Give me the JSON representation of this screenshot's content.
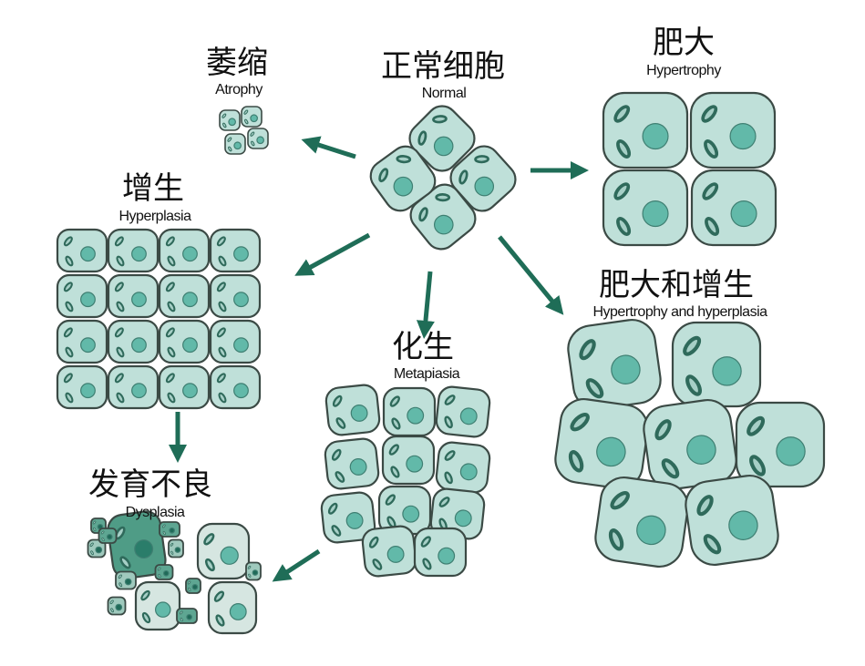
{
  "labels": {
    "atrophy": {
      "zh": "萎缩",
      "en": "Atrophy"
    },
    "normal": {
      "zh": "正常细胞",
      "en": "Normal"
    },
    "hypertrophy": {
      "zh": "肥大",
      "en": "Hypertrophy"
    },
    "hyperplasia": {
      "zh": "增生",
      "en": "Hyperplasia"
    },
    "hyper_both": {
      "zh": "肥大和增生",
      "en": "Hypertrophy and hyperplasia"
    },
    "metaplasia": {
      "zh": "化生",
      "en": "Metapiasia"
    },
    "dysplasia": {
      "zh": "发育不良",
      "en": "Dysplasia"
    }
  },
  "colors": {
    "cell_fill": "#bfe0d9",
    "cell_stroke": "#3b4a45",
    "nucleus": "#62b9a9",
    "organelle": "#2f6a5b",
    "arrow": "#1f6d57",
    "dysplasia_dark": "#4f9c86",
    "dysplasia_light": "#d6e6e1"
  }
}
